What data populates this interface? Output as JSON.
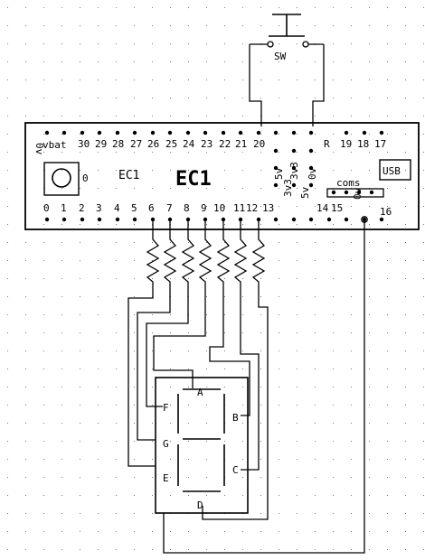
{
  "board": {
    "title": "EC1",
    "label": "EC1",
    "button_label": "0",
    "usb_label": "USB",
    "coms_label": "coms",
    "left_side_label": "0v",
    "top_pins": [
      "vbat",
      "30",
      "29",
      "28",
      "27",
      "26",
      "25",
      "24",
      "23",
      "22",
      "21",
      "20",
      "R",
      "19",
      "18",
      "17"
    ],
    "bottom_pins": [
      "0",
      "1",
      "2",
      "3",
      "4",
      "5",
      "6",
      "7",
      "8",
      "9",
      "10",
      "11",
      "12",
      "13",
      "3v3",
      "5v",
      "14",
      "15",
      "0v",
      "16"
    ],
    "rotated_pins": [
      "5v",
      "3v3",
      "0v"
    ]
  },
  "switch": {
    "label": "SW"
  },
  "display": {
    "segments": [
      "A",
      "B",
      "C",
      "D",
      "E",
      "F",
      "G"
    ]
  }
}
